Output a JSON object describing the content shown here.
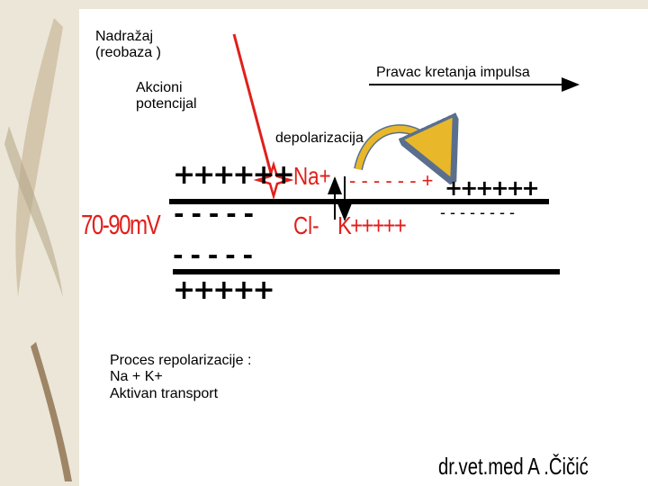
{
  "labels": {
    "stimulus": [
      "Nadražaj",
      "(reobaza )"
    ],
    "action_potential": [
      "Akcioni",
      "potencijal"
    ],
    "direction": "Pravac kretanja impulsa",
    "depolarization": "depolarizacija",
    "repolarization": [
      "Proces repolarizacije :",
      "Na + K+",
      "Aktivan transport"
    ],
    "credit": "dr.vet.med A .Čičić"
  },
  "membrane": {
    "voltage": "70-90mV",
    "top_left_plus": "++++++",
    "top_left_minus": "- - - - -",
    "bottom_minus": "- - - - -",
    "bottom_plus": "+++++",
    "na_ion": "Na+",
    "depol_minus": "- - - - - - +",
    "right_plus": "++++++",
    "cl_ion": "Cl-",
    "k_ion": "K+++++",
    "right_minus": "- - - - - - -  -"
  },
  "colors": {
    "background": "#ece6d8",
    "slide": "#ffffff",
    "ion_red": "#e0201c",
    "membrane": "#000000",
    "arc_yellow": "#e8b82a",
    "arc_blue": "#5a6f8e",
    "stimulus_line": "#e0201c"
  }
}
